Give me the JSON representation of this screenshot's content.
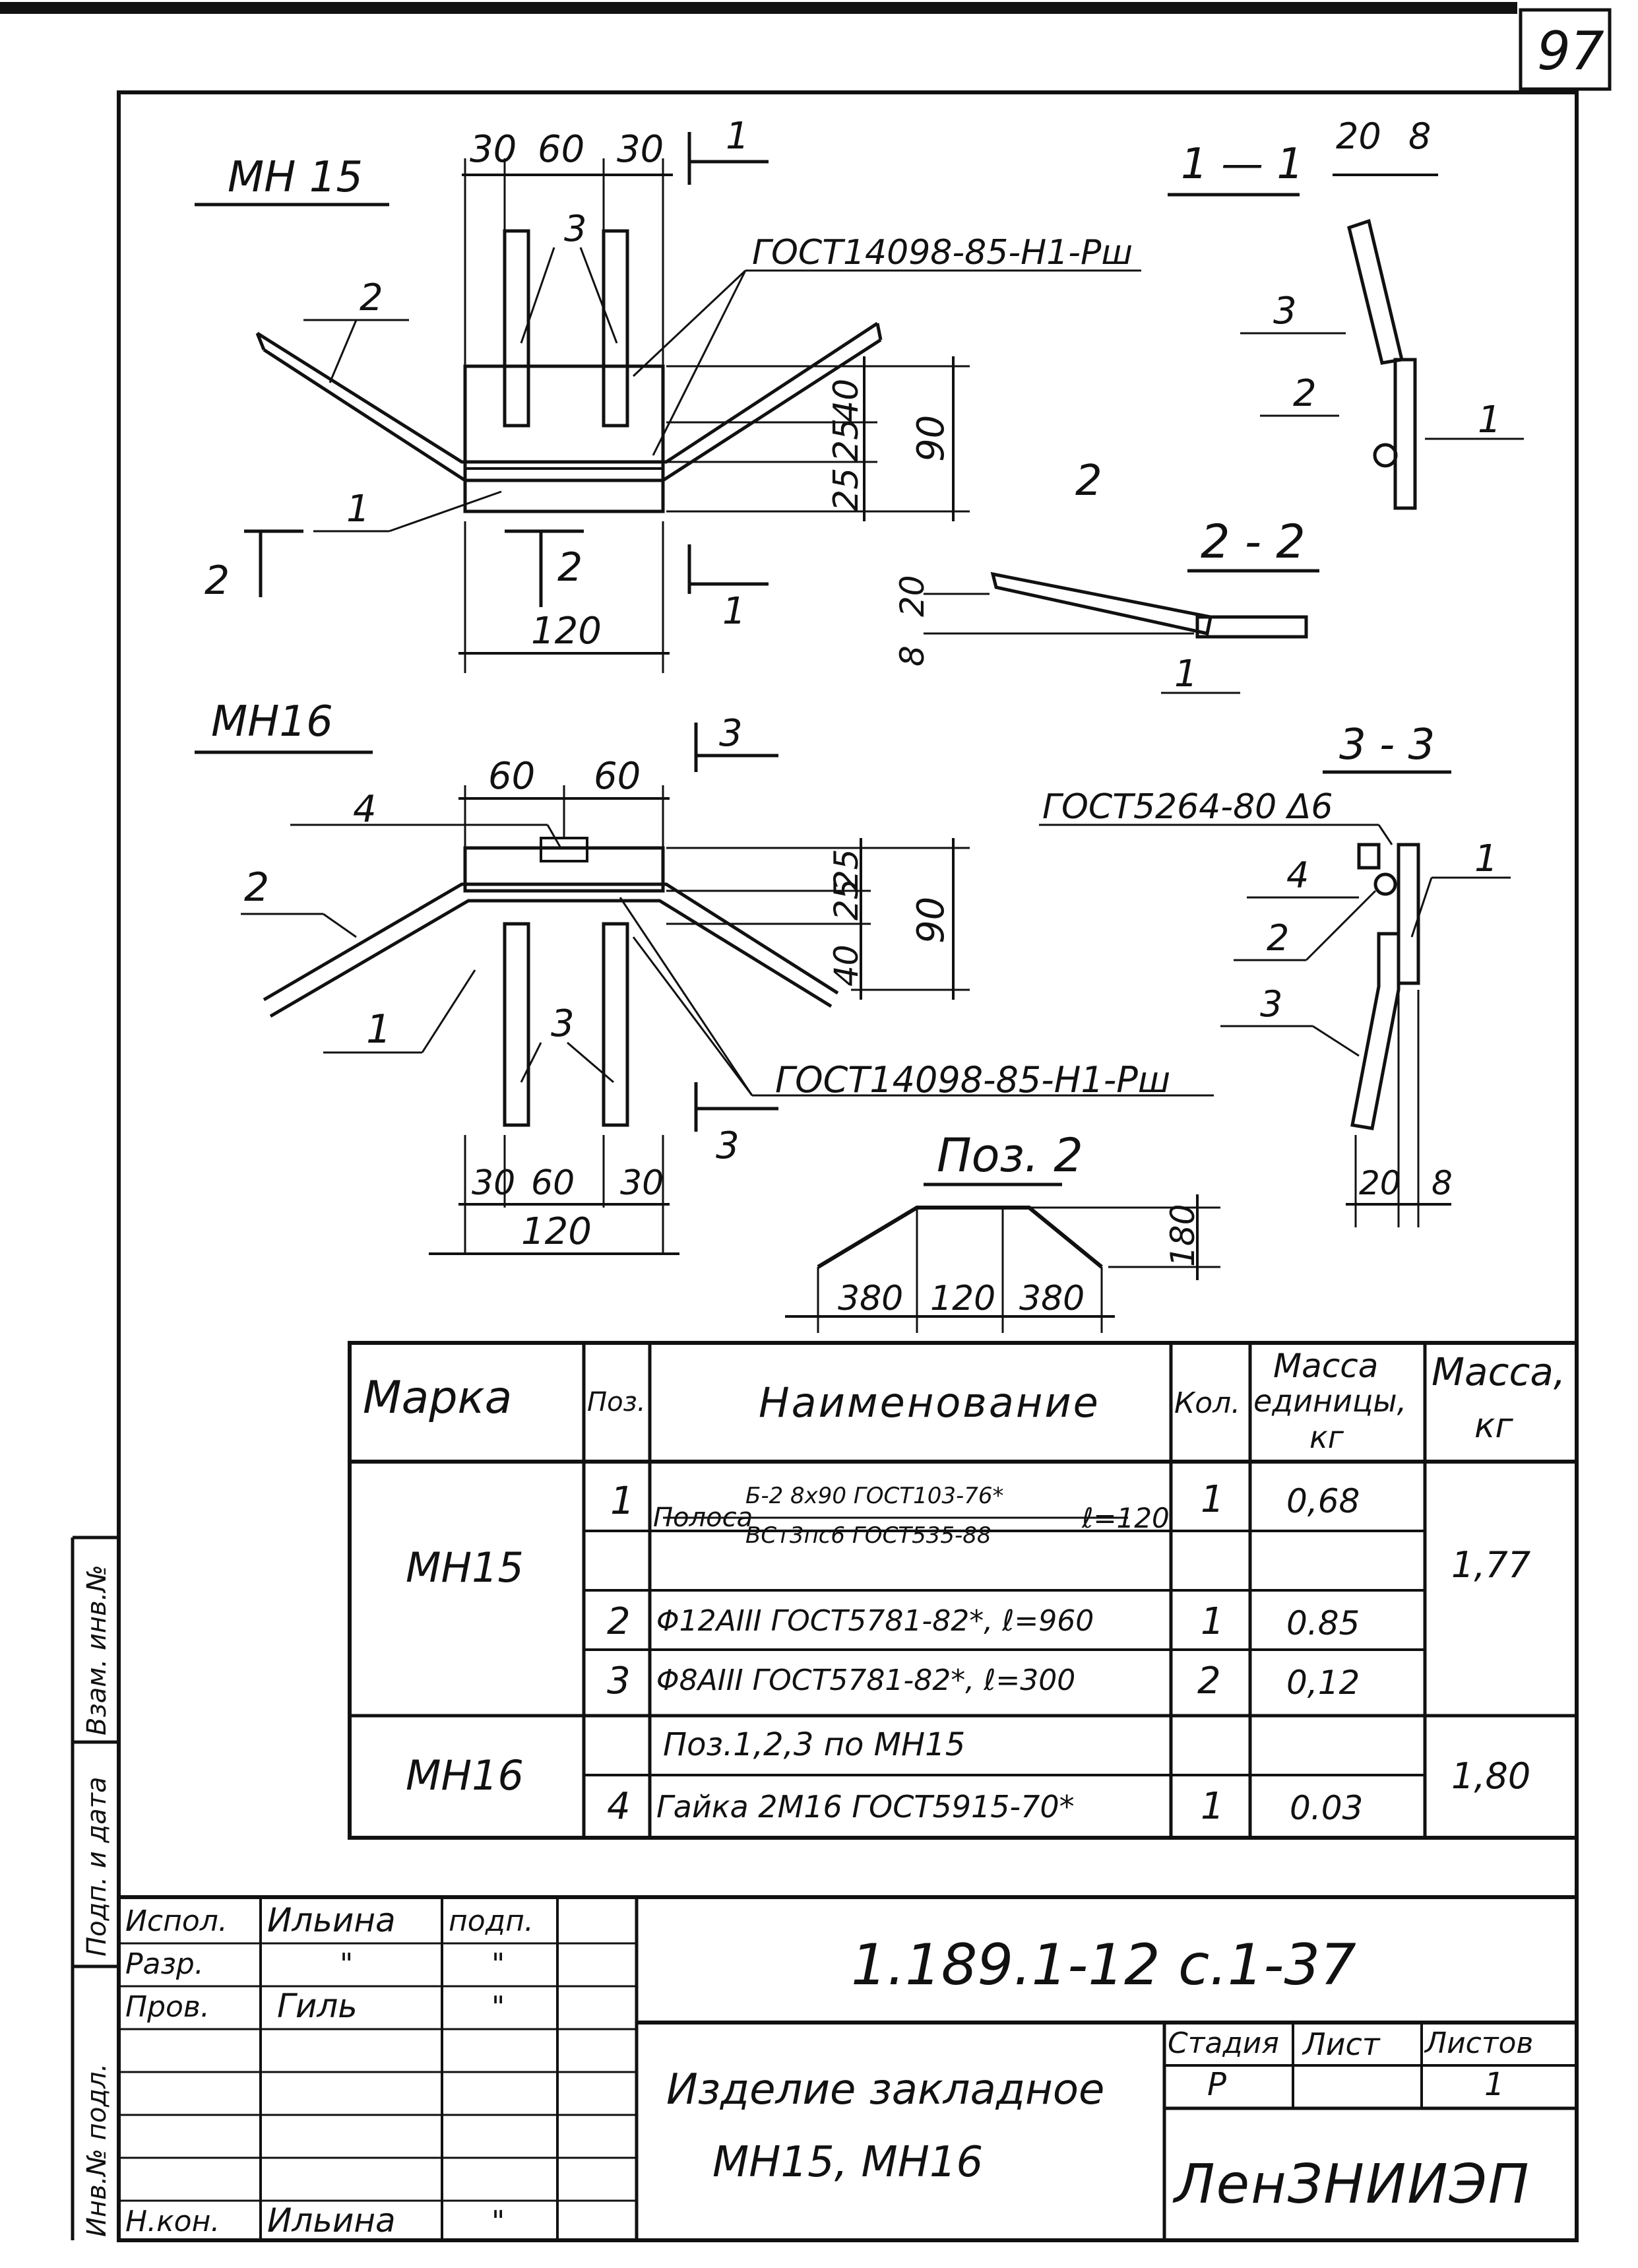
{
  "sheet": {
    "page_number": "97",
    "side_stamp": [
      "Инв.№ подл.",
      "Подп. и дата",
      "Взам. инв.№"
    ]
  },
  "views": {
    "mn15": {
      "title": "МН 15",
      "dims_top": [
        "30",
        "60",
        "30"
      ],
      "dim_bottom": "120",
      "dims_right": [
        "25",
        "25",
        "40"
      ],
      "dim_total": "90",
      "gost": "ГОСТ14098-85-Н1-Рш",
      "pos": [
        "1",
        "2",
        "3"
      ],
      "section_marks": [
        "1",
        "1",
        "2",
        "2"
      ]
    },
    "section_1_1": {
      "title": "1 — 1",
      "dims": [
        "20",
        "8"
      ],
      "pos": [
        "1",
        "2",
        "3"
      ]
    },
    "section_2_2": {
      "title": "2 - 2",
      "dims": [
        "20",
        "8"
      ],
      "pos": [
        "1",
        "2"
      ]
    },
    "mn16": {
      "title": "МН16",
      "dims_top": [
        "60",
        "60"
      ],
      "dims_bottom": [
        "30",
        "60",
        "30"
      ],
      "dim_bottom_total": "120",
      "dims_right": [
        "25",
        "25",
        "40"
      ],
      "dim_total": "90",
      "gost": "ГОСТ14098-85-Н1-Рш",
      "pos": [
        "1",
        "2",
        "3",
        "4"
      ],
      "section_marks": [
        "3",
        "3"
      ]
    },
    "section_3_3": {
      "title": "3 - 3",
      "gost": "ГОСТ5264-80 Δ6",
      "dims": [
        "20",
        "8"
      ],
      "pos": [
        "1",
        "2",
        "3",
        "4"
      ]
    },
    "pos2": {
      "title": "Поз. 2",
      "dims": [
        "380",
        "120",
        "380"
      ],
      "height": "180"
    }
  },
  "spec_table": {
    "headers": {
      "mark": "Марка",
      "pos": "Поз.",
      "name": "Наименование",
      "qty": "Кол.",
      "unit_mass_1": "Масса",
      "unit_mass_2": "единицы,",
      "unit_mass_3": "кг",
      "mass_1": "Масса,",
      "mass_2": "кг"
    },
    "groups": [
      {
        "mark": "МН15",
        "total_mass": "1,77",
        "rows": [
          {
            "pos": "1",
            "name_prefix": "Полоса",
            "name_num": "Б-2 8х90 ГОСТ103-76*",
            "name_den": "ВСт3пс6 ГОСТ535-88",
            "name_suffix": "ℓ=120",
            "qty": "1",
            "unit_mass": "0,68"
          },
          {
            "pos": "2",
            "name": "Φ12АIII ГОСТ5781-82*, ℓ=960",
            "qty": "1",
            "unit_mass": "0.85"
          },
          {
            "pos": "3",
            "name": "Φ8АIII ГОСТ5781-82*, ℓ=300",
            "qty": "2",
            "unit_mass": "0,12"
          }
        ]
      },
      {
        "mark": "МН16",
        "total_mass": "1,80",
        "rows": [
          {
            "pos": "",
            "name": "Поз.1,2,3 по МН15",
            "qty": "",
            "unit_mass": ""
          },
          {
            "pos": "4",
            "name": "Гайка 2М16 ГОСТ5915-70*",
            "qty": "1",
            "unit_mass": "0.03"
          }
        ]
      }
    ]
  },
  "title_block": {
    "people": [
      {
        "role": "Испол.",
        "name": "Ильина",
        "sign": "подп."
      },
      {
        "role": "Разр.",
        "name": "\"",
        "sign": "\""
      },
      {
        "role": "Пров.",
        "name": "Гиль",
        "sign": "\""
      },
      {
        "role": "Н.кон.",
        "name": "Ильина",
        "sign": "\""
      }
    ],
    "doc_code": "1.189.1-12 с.1-37",
    "product_line1": "Изделие закладное",
    "product_line2": "МН15, МН16",
    "stage_label": "Стадия",
    "sheet_label": "Лист",
    "sheets_label": "Листов",
    "stage": "Р",
    "sheet": "",
    "sheets": "1",
    "org": "ЛенЗНИИЭП"
  }
}
